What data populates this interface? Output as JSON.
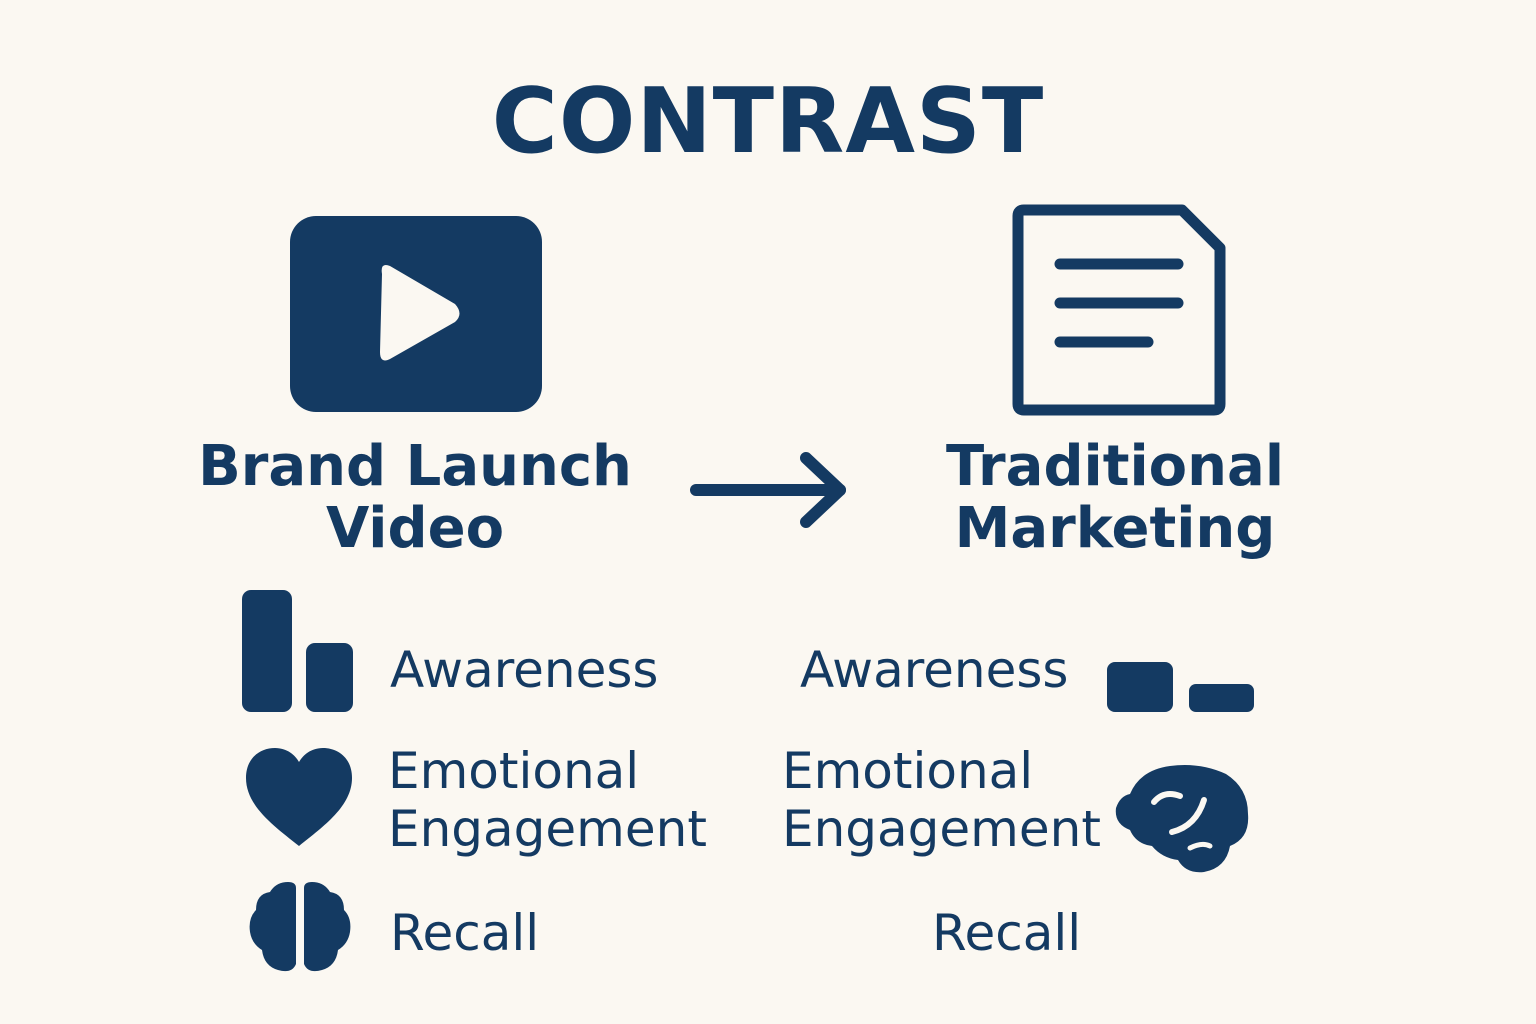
{
  "title": "CONTRAST",
  "colors": {
    "ink": "#143a62",
    "background": "#fbf8f2"
  },
  "left": {
    "heading_line1": "Brand Launch",
    "heading_line2": "Video",
    "icon": "video-play-icon",
    "metrics": {
      "awareness": "Awareness",
      "emotional_line1": "Emotional",
      "emotional_line2": "Engagement",
      "recall": "Recall"
    },
    "metric_icons": [
      "tall-bars-icon",
      "heart-icon",
      "brain-icon"
    ]
  },
  "arrow_icon": "arrow-right-icon",
  "right": {
    "heading_line1": "Traditional",
    "heading_line2": "Marketing",
    "icon": "document-icon",
    "metrics": {
      "awareness": "Awareness",
      "emotional_line1": "Emotional",
      "emotional_line2": "Engagement",
      "recall": "Recall"
    },
    "metric_icons": [
      "short-bars-icon",
      "brain-blob-icon"
    ]
  }
}
